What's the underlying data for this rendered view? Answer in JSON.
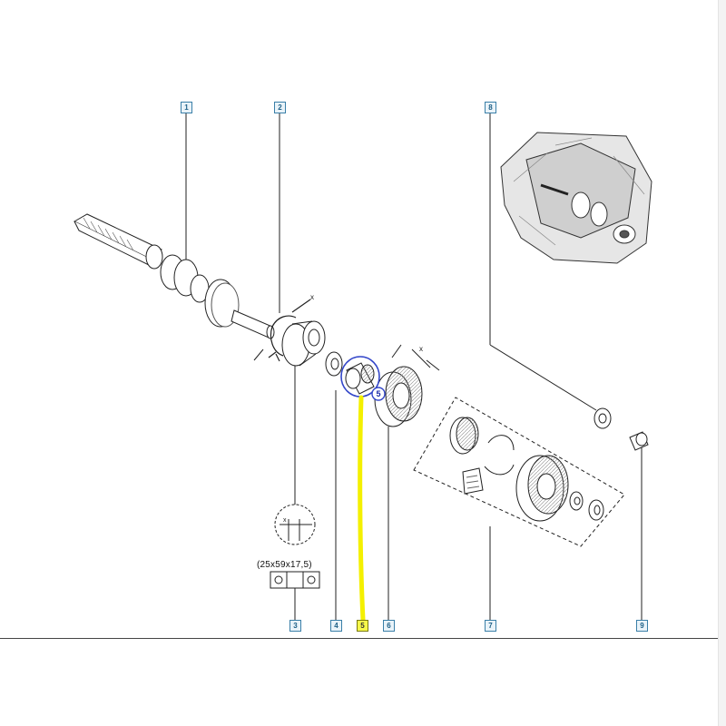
{
  "callouts": [
    {
      "id": "1",
      "label": "1"
    },
    {
      "id": "2",
      "label": "2"
    },
    {
      "id": "3",
      "label": "3"
    },
    {
      "id": "4",
      "label": "4"
    },
    {
      "id": "5",
      "label": "5"
    },
    {
      "id": "6",
      "label": "6"
    },
    {
      "id": "7",
      "label": "7"
    },
    {
      "id": "8",
      "label": "8"
    },
    {
      "id": "9",
      "label": "9"
    }
  ],
  "bearing_size": "(25x59x17,5)",
  "highlight_marker": "5",
  "highlighted_callout": "5",
  "colors": {
    "callout_border": "#3a7fa8",
    "highlight_yellow": "#f6f84a",
    "marker_circle": "#3346c9",
    "line": "#222222"
  }
}
